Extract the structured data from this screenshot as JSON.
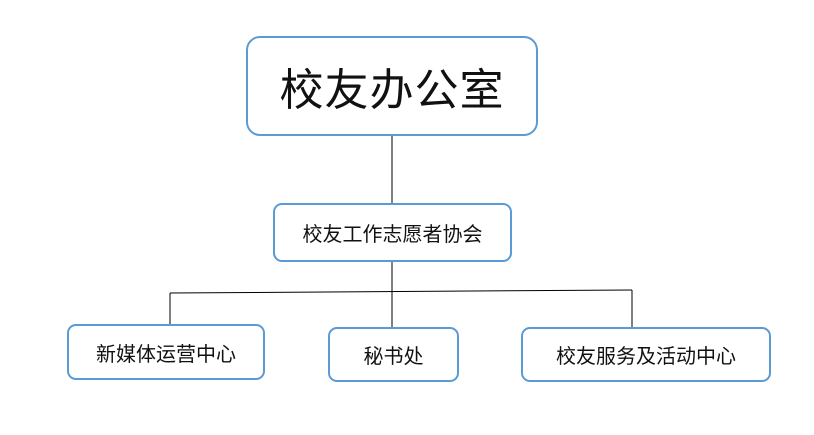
{
  "diagram": {
    "root": {
      "label": "校友办公室"
    },
    "association": {
      "label": "校友工作志愿者协会"
    },
    "departments": [
      {
        "label": "新媒体运营中心"
      },
      {
        "label": "秘书处"
      },
      {
        "label": "校友服务及活动中心"
      }
    ]
  },
  "colors": {
    "box_border": "#5b9bd5",
    "connector": "#000000",
    "text": "#111111"
  }
}
